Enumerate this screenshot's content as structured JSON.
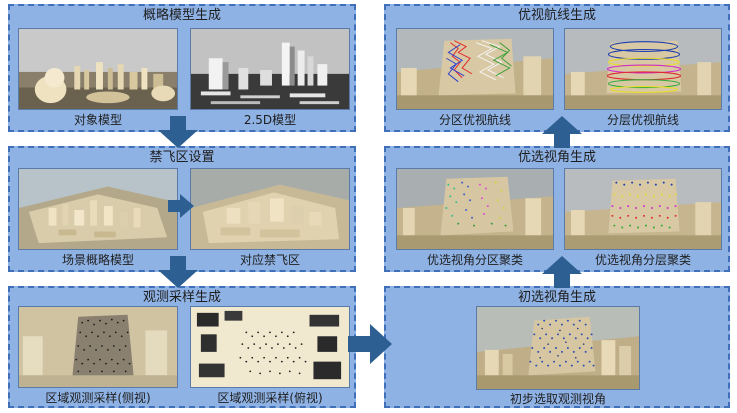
{
  "panels": {
    "rough_model": {
      "title": "概略模型生成",
      "captions": [
        "对象模型",
        "2.5D模型"
      ]
    },
    "no_fly_zone": {
      "title": "禁飞区设置",
      "captions": [
        "场景概略模型",
        "对应禁飞区"
      ]
    },
    "observation_sampling": {
      "title": "观测采样生成",
      "captions": [
        "区域观测采样(侧视)",
        "区域观测采样(俯视)"
      ]
    },
    "initial_view": {
      "title": "初选视角生成",
      "captions": [
        "初步选取观测视角"
      ]
    },
    "preferred_view": {
      "title": "优选视角生成",
      "captions": [
        "优选视角分区聚类",
        "优选视角分层聚类"
      ]
    },
    "optimal_route": {
      "title": "优视航线生成",
      "captions": [
        "分区优视航线",
        "分层优视航线"
      ]
    }
  },
  "colors": {
    "panel_fill": "#8fb2e4",
    "panel_border": "#3f6fb8",
    "arrow": "#2e5f92"
  }
}
